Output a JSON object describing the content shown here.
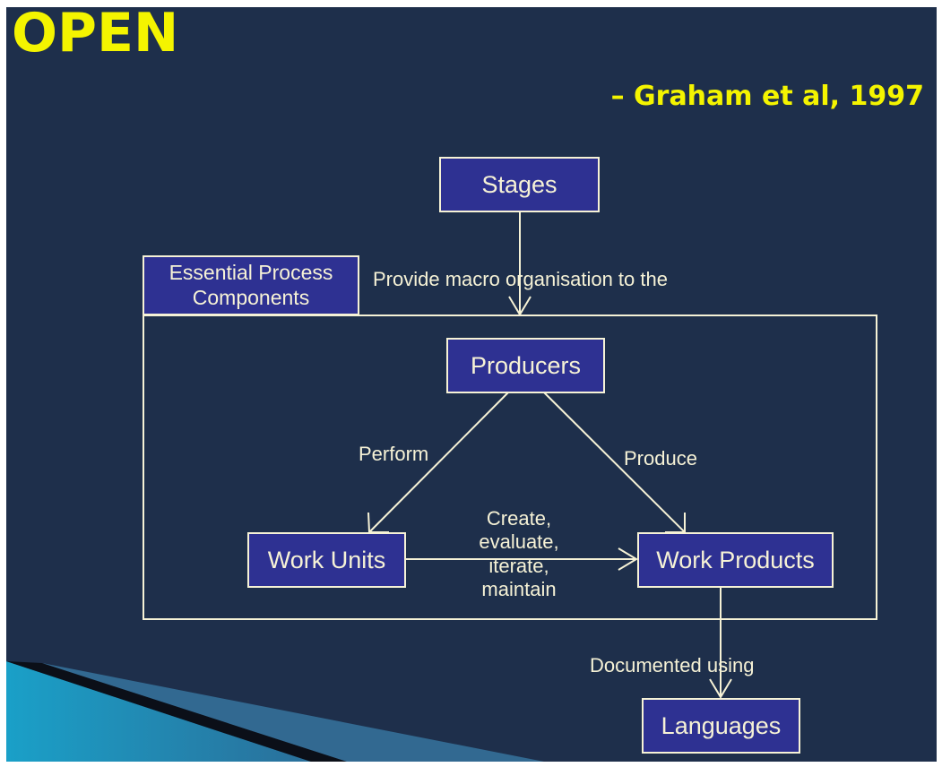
{
  "title": "OPEN",
  "citation": "– Graham et al, 1997",
  "nodes": {
    "stages": "Stages",
    "essential_process": "Essential Process\nComponents",
    "producers": "Producers",
    "work_units": "Work Units",
    "work_products": "Work Products",
    "languages": "Languages"
  },
  "edges": {
    "stages_to_components": "Provide macro organisation to the",
    "perform": "Perform",
    "produce": "Produce",
    "create": "Create,\nevaluate,\niterate,\nmaintain",
    "documented": "Documented using"
  },
  "colors": {
    "background": "#1e2f4b",
    "title": "#f4f400",
    "box_fill": "#2e3192",
    "line": "#f6f2d6"
  }
}
